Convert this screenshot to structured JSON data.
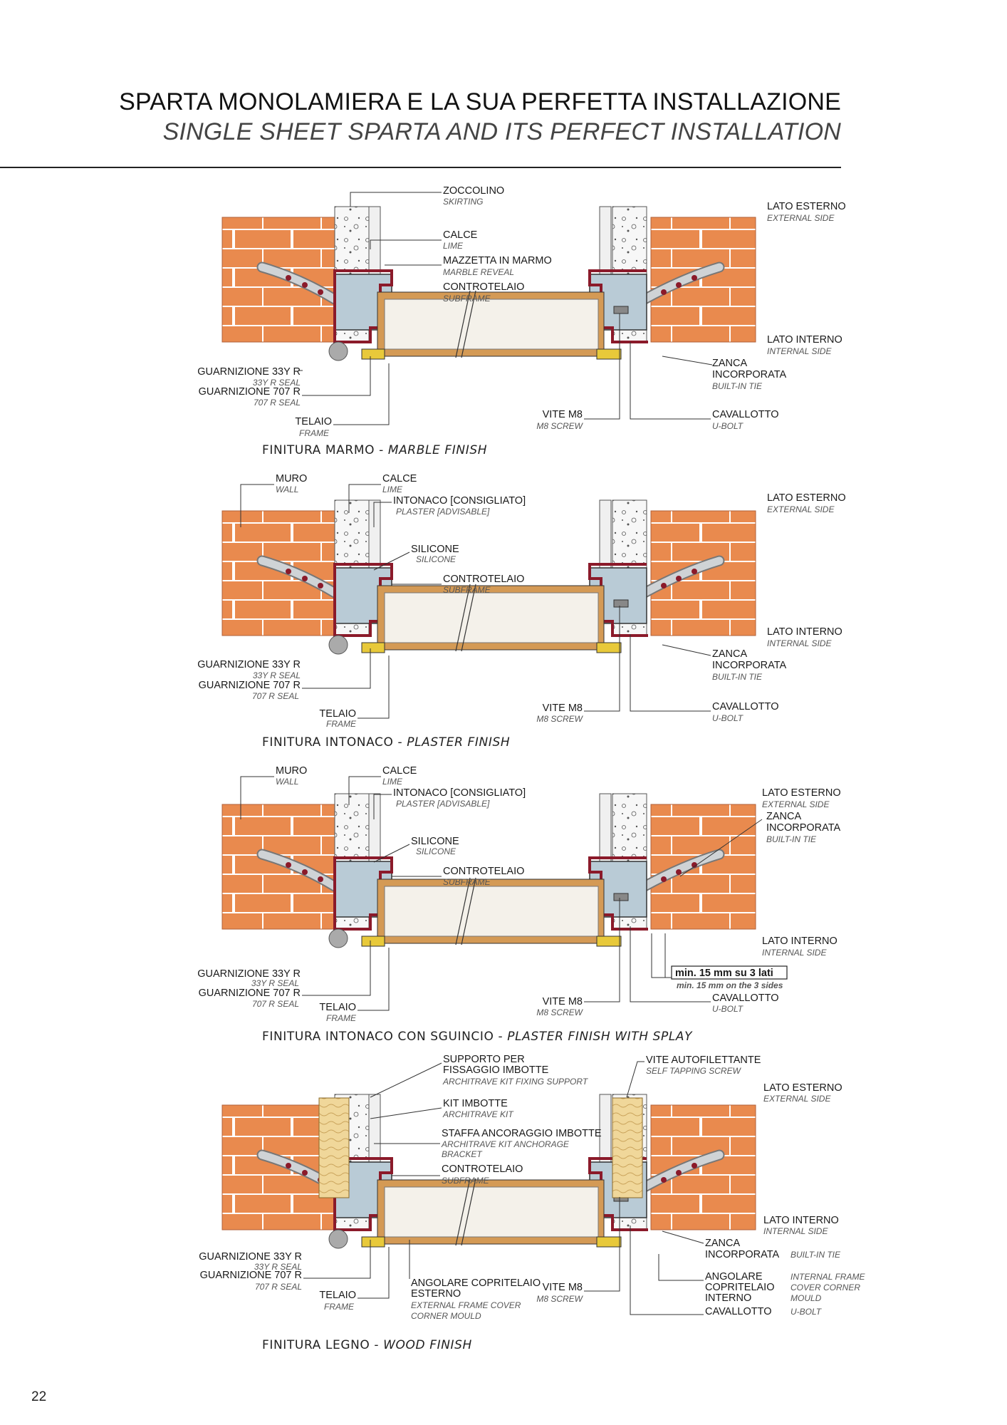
{
  "header": {
    "title_it": "SPARTA MONOLAMIERA E LA SUA PERFETTA INSTALLAZIONE",
    "title_en": "SINGLE SHEET SPARTA AND ITS PERFECT INSTALLATION"
  },
  "page_number": "22",
  "colors": {
    "brick": "#e98a4e",
    "mortar": "#ffffff",
    "frame_red": "#8b1a2a",
    "frame_grey": "#b9cbd6",
    "wood": "#d49a55",
    "marble": "#efefef",
    "seal_yellow": "#e8c93a"
  },
  "sections": [
    {
      "caption_it": "FINITURA MARMO - ",
      "caption_en": "MARBLE FINISH",
      "labels": {
        "zoccolino": "ZOCCOLINO",
        "skirting": "SKIRTING",
        "calce": "CALCE",
        "lime": "LIME",
        "mazzetta": "MAZZETTA IN MARMO",
        "marble_reveal": "MARBLE REVEAL",
        "controtelaio": "CONTROTELAIO",
        "subframe": "SUBFRAME",
        "lato_esterno": "LATO ESTERNO",
        "external_side": "EXTERNAL SIDE",
        "lato_interno": "LATO INTERNO",
        "internal_side": "INTERNAL SIDE",
        "zanca_1": "ZANCA",
        "zanca_2": "INCORPORATA",
        "built_in_tie": "BUILT-IN TIE",
        "cavallotto": "CAVALLOTTO",
        "u_bolt": "U-BOLT",
        "vite": "VITE M8",
        "m8_screw": "M8 SCREW",
        "guarn33": "GUARNIZIONE 33Y R",
        "seal33": "33Y R SEAL",
        "guarn707": "GUARNIZIONE 707 R",
        "seal707": "707 R SEAL",
        "telaio": "TELAIO",
        "frame": "FRAME"
      }
    },
    {
      "caption_it": "FINITURA INTONACO - ",
      "caption_en": "PLASTER FINISH",
      "labels": {
        "muro": "MURO",
        "wall": "WALL",
        "calce": "CALCE",
        "lime": "LIME",
        "intonaco": "INTONACO [CONSIGLIATO]",
        "plaster": "PLASTER [ADVISABLE]",
        "silicone": "SILICONE",
        "silicone_en": "SILICONE",
        "controtelaio": "CONTROTELAIO",
        "subframe": "SUBFRAME",
        "lato_esterno": "LATO ESTERNO",
        "external_side": "EXTERNAL SIDE",
        "lato_interno": "LATO INTERNO",
        "internal_side": "INTERNAL SIDE",
        "zanca_1": "ZANCA",
        "zanca_2": "INCORPORATA",
        "built_in_tie": "BUILT-IN TIE",
        "cavallotto": "CAVALLOTTO",
        "u_bolt": "U-BOLT",
        "vite": "VITE M8",
        "m8_screw": "M8 SCREW",
        "guarn33": "GUARNIZIONE 33Y R",
        "seal33": "33Y R SEAL",
        "guarn707": "GUARNIZIONE 707 R",
        "seal707": "707 R SEAL",
        "telaio": "TELAIO",
        "frame": "FRAME"
      }
    },
    {
      "caption_it": "FINITURA INTONACO CON SGUINCIO - ",
      "caption_en": "PLASTER FINISH WITH SPLAY",
      "labels": {
        "muro": "MURO",
        "wall": "WALL",
        "calce": "CALCE",
        "lime": "LIME",
        "intonaco": "INTONACO [CONSIGLIATO]",
        "plaster": "PLASTER [ADVISABLE]",
        "silicone": "SILICONE",
        "silicone_en": "SILICONE",
        "controtelaio": "CONTROTELAIO",
        "subframe": "SUBFRAME",
        "lato_esterno": "LATO ESTERNO",
        "external_side": "EXTERNAL SIDE",
        "zanca_1": "ZANCA",
        "zanca_2": "INCORPORATA",
        "built_in_tie": "BUILT-IN TIE",
        "lato_interno": "LATO INTERNO",
        "internal_side": "INTERNAL SIDE",
        "min_it": "min. 15 mm su 3 lati",
        "min_en": "min. 15 mm on the 3 sides",
        "cavallotto": "CAVALLOTTO",
        "u_bolt": "U-BOLT",
        "vite": "VITE M8",
        "m8_screw": "M8 SCREW",
        "guarn33": "GUARNIZIONE 33Y R",
        "seal33": "33Y R SEAL",
        "guarn707": "GUARNIZIONE 707 R",
        "seal707": "707 R SEAL",
        "telaio": "TELAIO",
        "frame": "FRAME"
      }
    },
    {
      "caption_it": "FINITURA LEGNO - ",
      "caption_en": "WOOD FINISH",
      "labels": {
        "supporto_1": "SUPPORTO PER",
        "supporto_2": "FISSAGGIO IMBOTTE",
        "supporto_en": "ARCHITRAVE KIT FIXING SUPPORT",
        "kit": "KIT IMBOTTE",
        "kit_en": "ARCHITRAVE KIT",
        "staffa": "STAFFA ANCORAGGIO IMBOTTE",
        "staffa_en_1": "ARCHITRAVE KIT ANCHORAGE",
        "staffa_en_2": "BRACKET",
        "controtelaio": "CONTROTELAIO",
        "subframe": "SUBFRAME",
        "vite_auto": "VITE AUTOFILETTANTE",
        "vite_auto_en": "SELF TAPPING SCREW",
        "lato_esterno": "LATO ESTERNO",
        "external_side": "EXTERNAL SIDE",
        "lato_interno": "LATO INTERNO",
        "internal_side": "INTERNAL SIDE",
        "zanca_1": "ZANCA",
        "zanca_2": "INCORPORATA",
        "built_in_tie": "BUILT-IN TIE",
        "angolare_1": "ANGOLARE",
        "angolare_2": "COPRITELAIO",
        "angolare_3": "INTERNO",
        "angolare_en_1": "INTERNAL FRAME",
        "angolare_en_2": "COVER CORNER",
        "angolare_en_3": "MOULD",
        "cavallotto": "CAVALLOTTO",
        "u_bolt": "U-BOLT",
        "ang_est_1": "ANGOLARE COPRITELAIO",
        "ang_est_2": "ESTERNO",
        "ang_est_en_1": "EXTERNAL FRAME COVER",
        "ang_est_en_2": "CORNER MOULD",
        "vite": "VITE M8",
        "m8_screw": "M8 SCREW",
        "guarn33": "GUARNIZIONE 33Y R",
        "seal33": "33Y R SEAL",
        "guarn707": "GUARNIZIONE 707 R",
        "seal707": "707 R SEAL",
        "telaio": "TELAIO",
        "frame": "FRAME"
      }
    }
  ]
}
